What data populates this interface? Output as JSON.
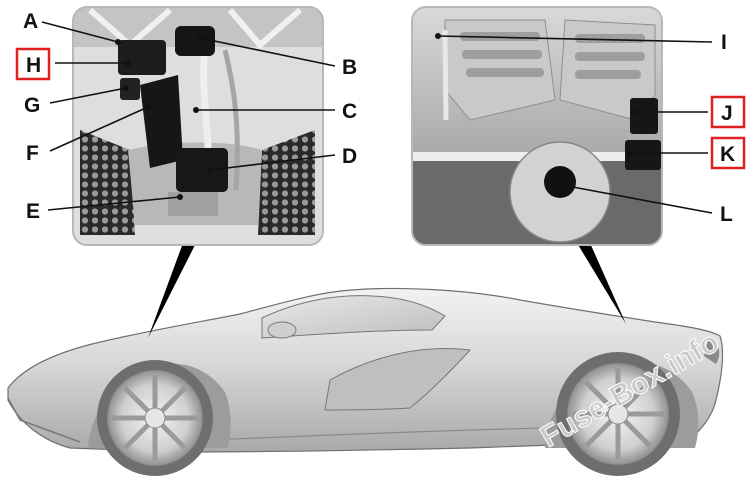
{
  "callouts": {
    "A": "A",
    "B": "B",
    "C": "C",
    "D": "D",
    "E": "E",
    "F": "F",
    "G": "G",
    "H": "H",
    "I": "I",
    "J": "J",
    "K": "K",
    "L": "L"
  },
  "highlighted_labels": [
    "H",
    "J",
    "K"
  ],
  "watermark": "Fuse-Box.info",
  "colors": {
    "highlight_border": "#e02020",
    "panel_border": "#b8b8b8",
    "car_body": "#d6d6d6",
    "leader_line": "#111111"
  },
  "icons": {
    "front_compartment": "front-compartment-photo",
    "engine_bay": "engine-bay-photo",
    "car": "sports-car-side-view"
  }
}
